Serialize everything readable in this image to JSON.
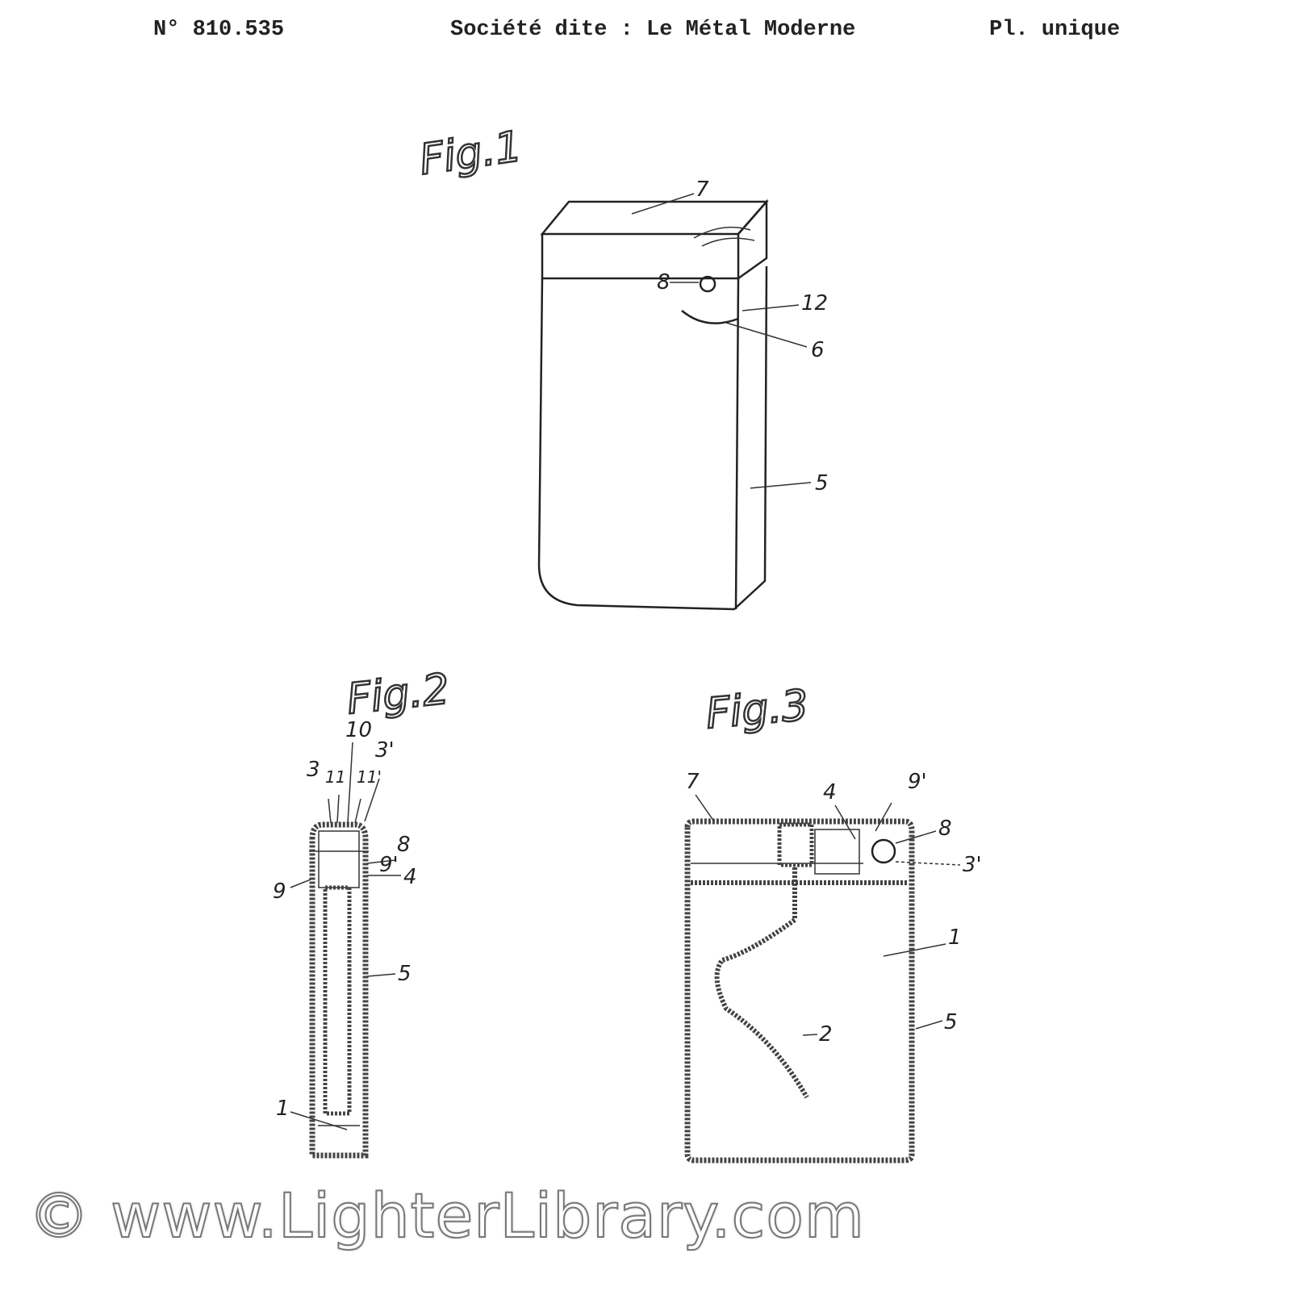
{
  "header": {
    "patent_number": "N° 810.535",
    "applicant": "Société dite : Le Métal Moderne",
    "plate": "Pl. unique"
  },
  "figures": [
    {
      "title": "Fig.1",
      "labels": [
        "7",
        "8",
        "12",
        "6",
        "5"
      ]
    },
    {
      "title": "Fig.2",
      "labels": [
        "10",
        "3",
        "11",
        "11'",
        "3'",
        "8",
        "9'",
        "9",
        "4",
        "5",
        "1"
      ]
    },
    {
      "title": "Fig.3",
      "labels": [
        "7",
        "4",
        "9'",
        "8",
        "3'",
        "1",
        "5",
        "2"
      ]
    }
  ],
  "watermark": "© www.LighterLibrary.com"
}
